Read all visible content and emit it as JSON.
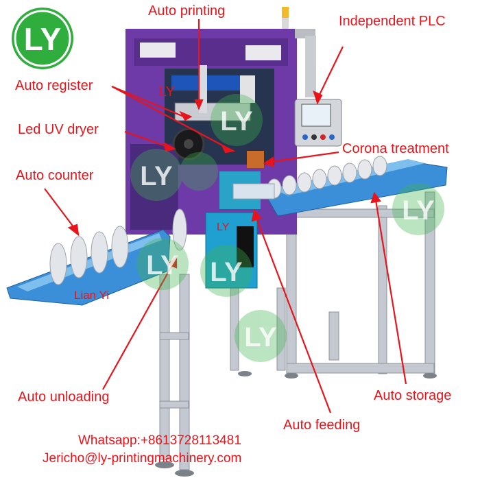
{
  "logo": {
    "text": "LY",
    "color": "#2fae3e"
  },
  "labels": {
    "auto_printing": "Auto printing",
    "independent_plc": "Independent PLC",
    "auto_register": "Auto register",
    "led_uv_dryer": "Led UV dryer",
    "corona_treatment": "Corona treatment",
    "auto_counter": "Auto counter",
    "auto_unloading": "Auto unloading",
    "auto_storage": "Auto storage",
    "auto_feeding": "Auto feeding"
  },
  "watermarks": {
    "brand": "LY",
    "name": "Lian Yi"
  },
  "contact": {
    "whatsapp": "Whatsapp:+8613728113481",
    "email": "Jericho@ly-printingmachinery.com"
  },
  "colors": {
    "label_red": "#e8141b",
    "machine_purple": "#6e3aa8",
    "tray_blue": "#3b8fd8",
    "frame_gray": "#c9ced6"
  }
}
